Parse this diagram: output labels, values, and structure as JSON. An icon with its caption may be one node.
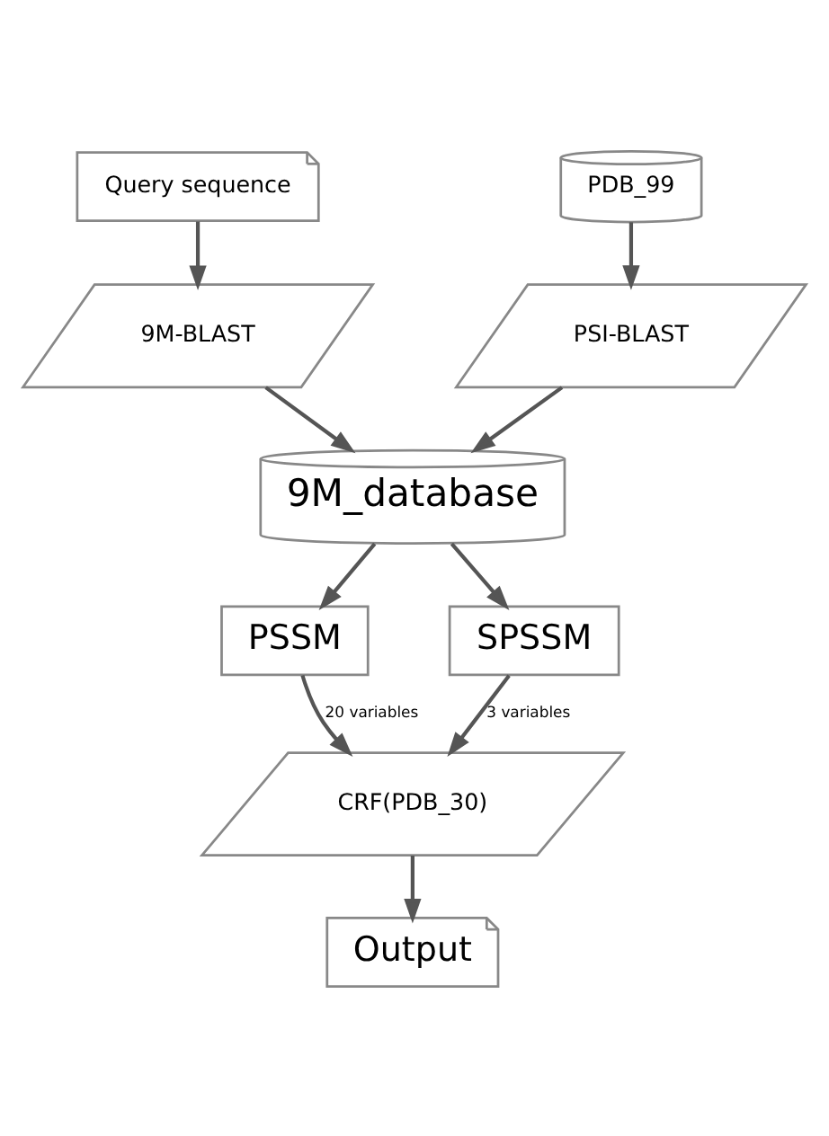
{
  "diagram": {
    "nodes": [
      {
        "text": [
          "Query sequence"
        ]
      },
      {
        "text": [
          "PDB_99"
        ]
      },
      {
        "text": [
          "9M-BLAST"
        ]
      },
      {
        "text": [
          "PSI-BLAST"
        ]
      },
      {
        "text": [
          "9M_database"
        ]
      },
      {
        "text": [
          "PSSM"
        ]
      },
      {
        "text": [
          "SPSSM"
        ]
      },
      {
        "text": [
          "CRF(PDB_30)"
        ]
      },
      {
        "text": [
          "Output"
        ]
      }
    ],
    "edges": [
      {
        "from": 0,
        "to": 2,
        "arrow": "to"
      },
      {
        "from": 1,
        "to": 3,
        "arrow": "to"
      },
      {
        "from": 2,
        "to": 4,
        "arrow": "to"
      },
      {
        "from": 3,
        "to": 4,
        "arrow": "to"
      },
      {
        "from": 4,
        "to": 5,
        "arrow": "to"
      },
      {
        "from": 4,
        "to": 6,
        "arrow": "to"
      },
      {
        "from": 5,
        "to": 7,
        "label": "20 variables",
        "arrow": "to"
      },
      {
        "from": 6,
        "to": 7,
        "label": "3 variables",
        "arrow": "to"
      },
      {
        "from": 7,
        "to": 8,
        "arrow": "to"
      }
    ]
  }
}
